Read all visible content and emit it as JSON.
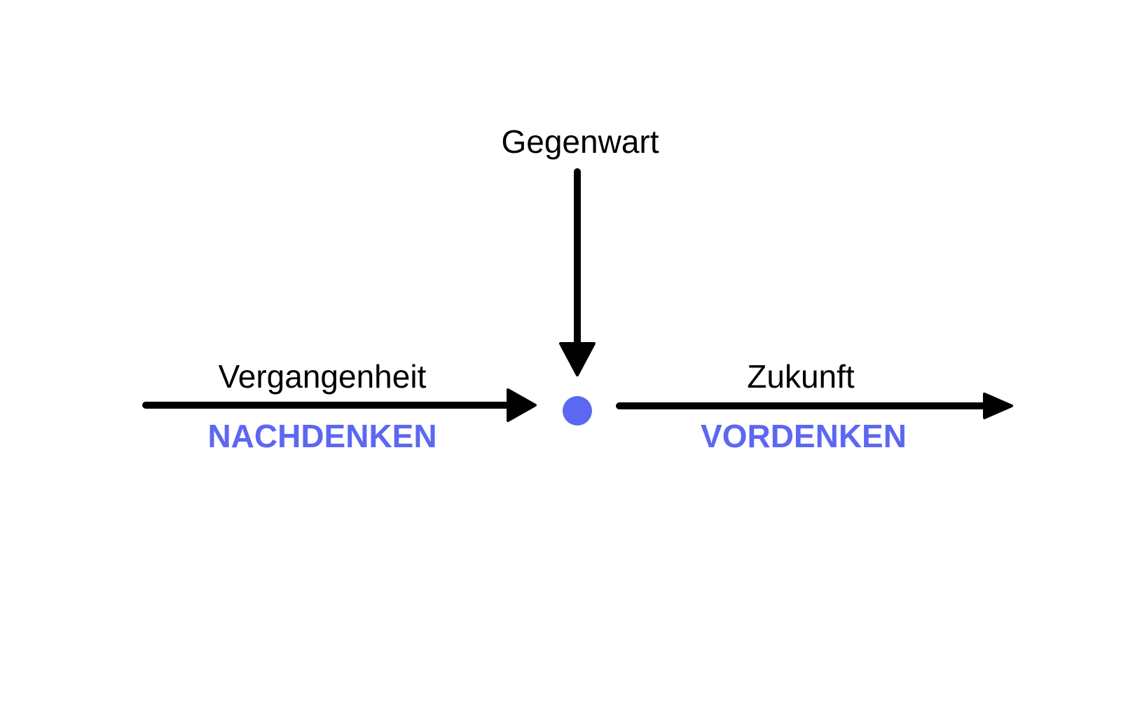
{
  "labels": {
    "present": "Gegenwart",
    "past": "Vergangenheit",
    "future": "Zukunft"
  },
  "keywords": {
    "past": "NACHDENKEN",
    "future": "VORDENKEN"
  },
  "colors": {
    "arrow": "#000000",
    "accent": "#5c67f2"
  }
}
